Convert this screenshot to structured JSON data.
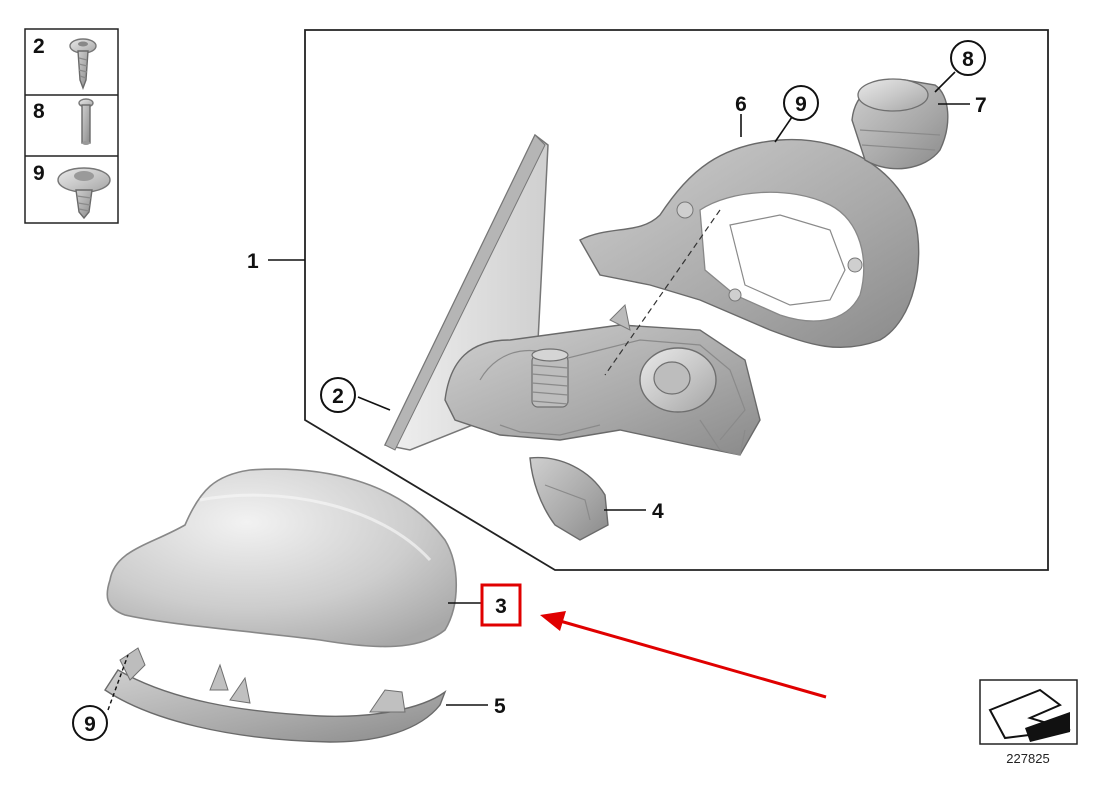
{
  "legend": {
    "rows": [
      {
        "number": "2",
        "icon": "screw-flat-head-icon"
      },
      {
        "number": "8",
        "icon": "pin-bolt-icon"
      },
      {
        "number": "9",
        "icon": "flange-screw-icon"
      }
    ]
  },
  "callouts": {
    "c1": "1",
    "c2": "2",
    "c3": "3",
    "c4": "4",
    "c5": "5",
    "c6": "6",
    "c7": "7",
    "c8": "8",
    "c9_top": "9",
    "c9_bottom": "9"
  },
  "highlight": {
    "color": "#e00000",
    "target": "3"
  },
  "arrow": {
    "color": "#e00000"
  },
  "reference": {
    "number": "227825",
    "icon": "vehicle-direction-icon"
  }
}
